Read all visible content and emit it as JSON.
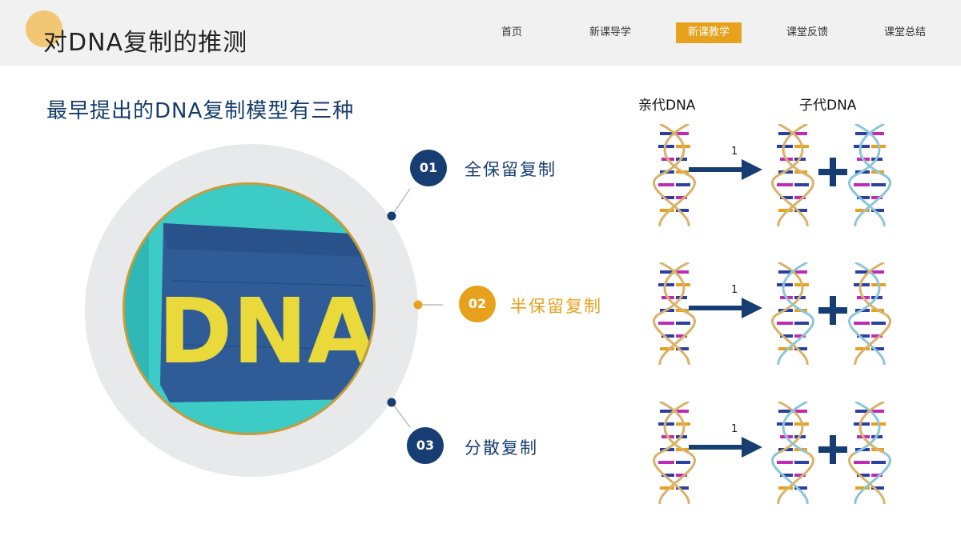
{
  "header": {
    "title": "对DNA复制的推测",
    "nav": [
      {
        "label": "首页",
        "active": false
      },
      {
        "label": "新课导学",
        "active": false
      },
      {
        "label": "新课教学",
        "active": true
      },
      {
        "label": "课堂反馈",
        "active": false
      },
      {
        "label": "课堂总结",
        "active": false
      }
    ]
  },
  "main": {
    "subtitle": "最早提出的DNA复制模型有三种",
    "photo_text": "DNA",
    "items": [
      {
        "number": "01",
        "label": "全保留复制",
        "color": "#173e72"
      },
      {
        "number": "02",
        "label": "半保留复制",
        "color": "#e8a11c"
      },
      {
        "number": "03",
        "label": "分散复制",
        "color": "#173e72"
      }
    ]
  },
  "diagram": {
    "parent_label": "亲代DNA",
    "child_label": "子代DNA",
    "rows": [
      {
        "arrow_label": "1"
      },
      {
        "arrow_label": "1"
      },
      {
        "arrow_label": "1"
      }
    ]
  },
  "colors": {
    "accent": "#e8a11c",
    "navy": "#173e72",
    "old_strand": "#d9b26a",
    "new_strand": "#8cc6d9"
  }
}
